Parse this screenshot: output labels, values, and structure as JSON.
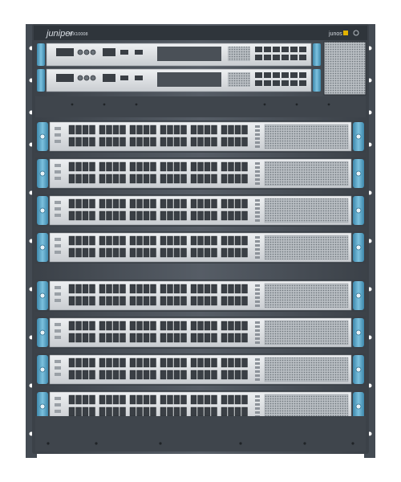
{
  "device": {
    "brand": "juniper",
    "model": "MX10008",
    "os_brand": "junos",
    "colors": {
      "chassis": "#4a5159",
      "chassis_dark": "#2c3137",
      "line_card_face": "#dfe2e5",
      "port": "#3a3f45",
      "handle": "#5aa6c8",
      "status_led_amber": "#e2b300"
    }
  },
  "routing_engines": {
    "count": 2
  },
  "line_cards": {
    "count": 8,
    "port_groups_per_card": 6
  }
}
